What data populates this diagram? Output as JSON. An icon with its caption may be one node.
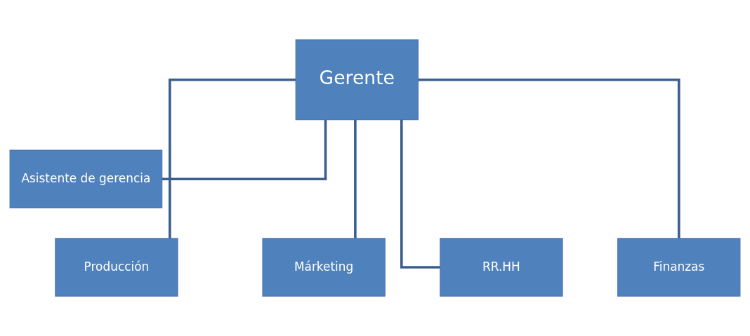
{
  "diagram": {
    "nodes": [
      {
        "text": [
          "Gerente"
        ]
      },
      {
        "text": [
          "Asistente de gerencia"
        ]
      },
      {
        "text": [
          "Producción"
        ]
      },
      {
        "text": [
          "Márketing"
        ]
      },
      {
        "text": [
          "RR.HH"
        ]
      },
      {
        "text": [
          "Finanzas"
        ]
      }
    ],
    "edges": [
      {
        "from": 0,
        "to": 1,
        "arrow": "none"
      },
      {
        "from": 0,
        "to": 2,
        "arrow": "none"
      },
      {
        "from": 0,
        "to": 3,
        "arrow": "none"
      },
      {
        "from": 0,
        "to": 4,
        "arrow": "none"
      },
      {
        "from": 0,
        "to": 5,
        "arrow": "none"
      }
    ]
  }
}
